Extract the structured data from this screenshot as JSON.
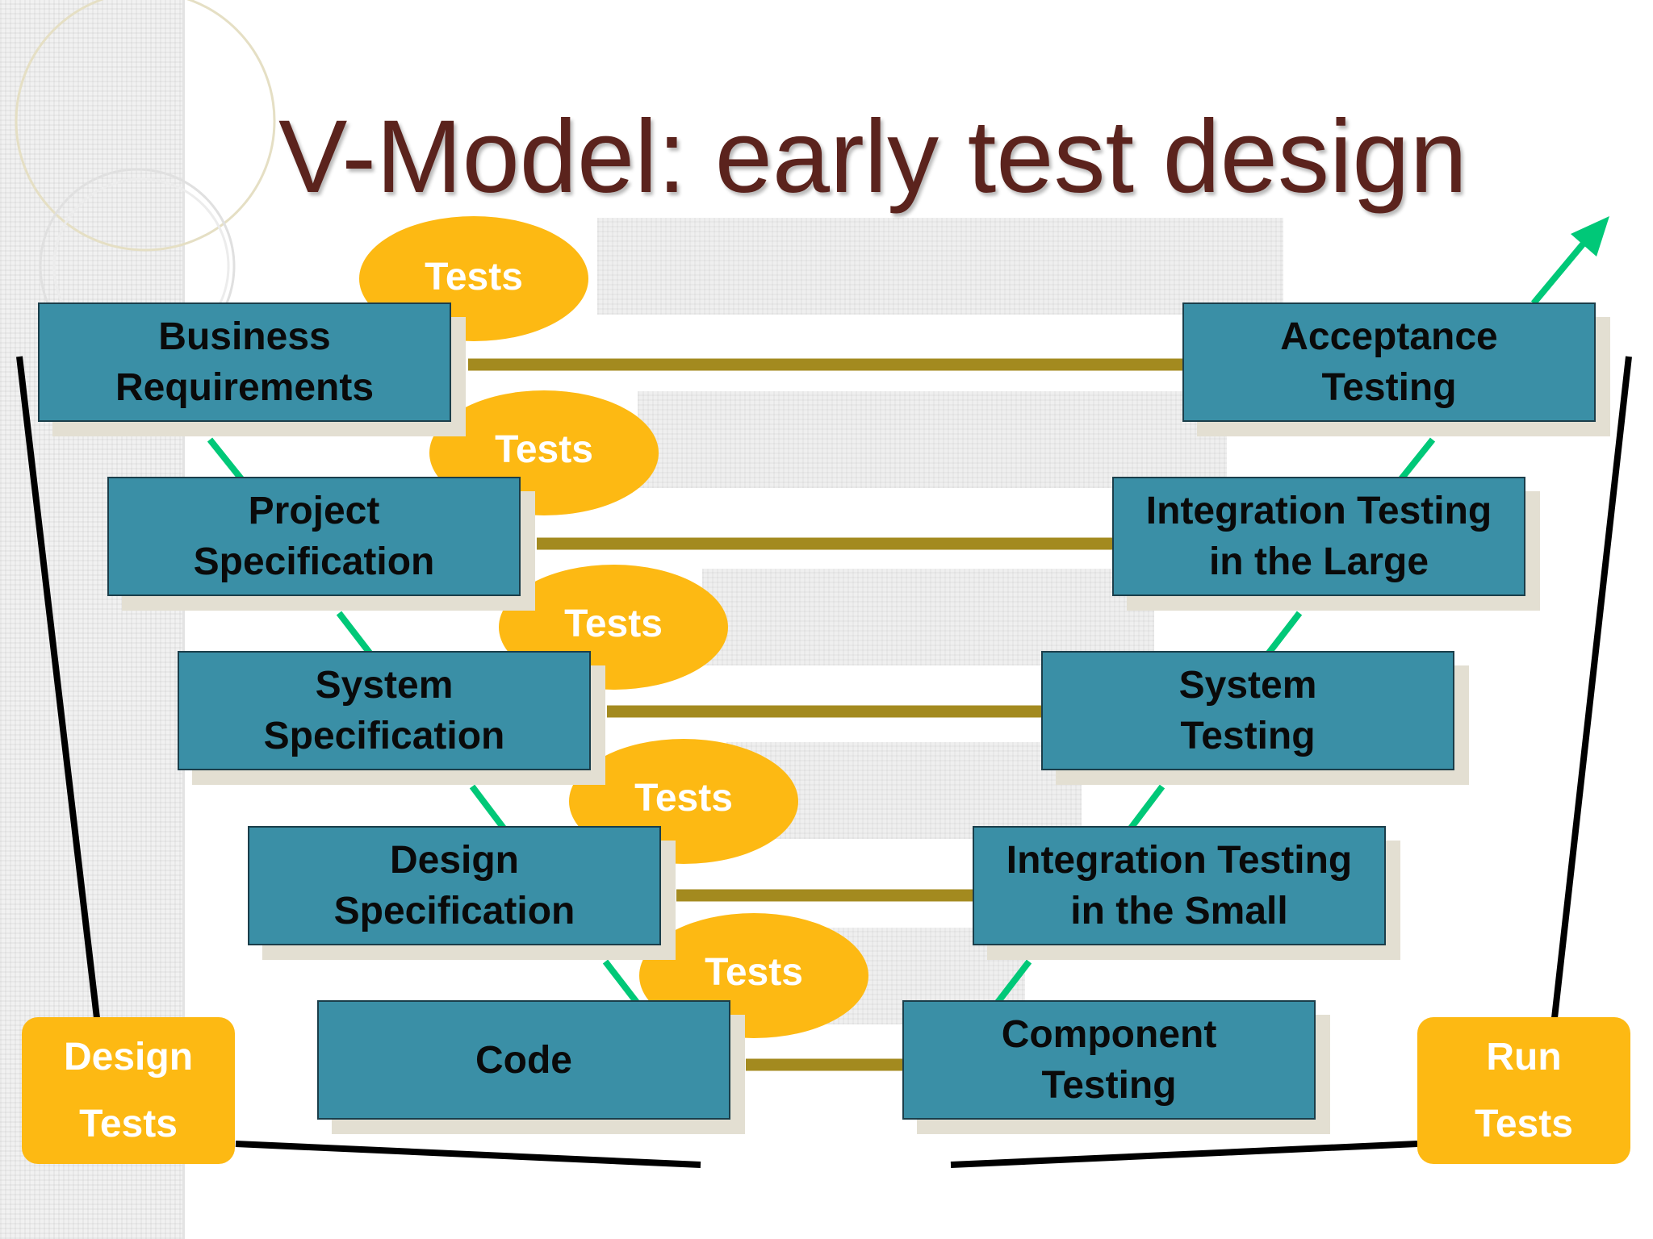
{
  "title": "V-Model: early test design",
  "tests_label": "Tests",
  "left_stages": [
    {
      "line1": "Business",
      "line2": "Requirements"
    },
    {
      "line1": "Project",
      "line2": "Specification"
    },
    {
      "line1": "System",
      "line2": "Specification"
    },
    {
      "line1": "Design",
      "line2": "Specification"
    },
    {
      "line1": "Code",
      "line2": ""
    }
  ],
  "right_stages": [
    {
      "line1": "Acceptance",
      "line2": "Testing"
    },
    {
      "line1": "Integration Testing",
      "line2": "in the Large"
    },
    {
      "line1": "System",
      "line2": "Testing"
    },
    {
      "line1": "Integration Testing",
      "line2": "in the Small"
    },
    {
      "line1": "Component",
      "line2": "Testing"
    }
  ],
  "design_tests": {
    "line1": "Design",
    "line2": "Tests"
  },
  "run_tests": {
    "line1": "Run",
    "line2": "Tests"
  },
  "colors": {
    "title": "#5b231d",
    "stage_fill": "#3a8fa6",
    "stage_border": "#1b3e4a",
    "tests_fill": "#fdb913",
    "connector": "#a38a1f",
    "v_line": "#00c878",
    "frame": "#000000"
  }
}
